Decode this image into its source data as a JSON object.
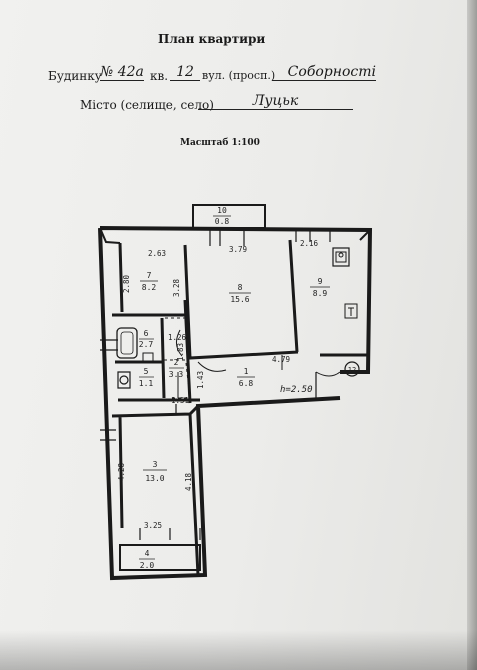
{
  "header": {
    "title": "План квартири",
    "building_label": "Будинку",
    "building_no": "№ 42а",
    "apt_label": "кв.",
    "apt_no": "12",
    "street_type": "вул. (просп.)",
    "street_name": "Соборності",
    "city_label": "Місто (селище, село)",
    "city_name": "Луцьк",
    "scale": "Масштаб 1:100"
  },
  "plan": {
    "height_label": "h=2.50",
    "apartment_marker": "12",
    "rooms": [
      {
        "num": "1",
        "area": "6.8"
      },
      {
        "num": "2",
        "area": "3.3"
      },
      {
        "num": "3",
        "area": "13.0"
      },
      {
        "num": "4",
        "area": "2.0"
      },
      {
        "num": "5",
        "area": "1.1"
      },
      {
        "num": "6",
        "area": "2.7"
      },
      {
        "num": "7",
        "area": "8.2"
      },
      {
        "num": "8",
        "area": "15.6"
      },
      {
        "num": "9",
        "area": "8.9"
      },
      {
        "num": "10",
        "area": "0.8"
      }
    ],
    "dimensions": [
      "3.79",
      "2.63",
      "2.16",
      "2.80",
      "3.28",
      "1.26",
      "4.79",
      "1.43",
      "1.51",
      "4.28",
      "4.18",
      "3.25",
      "1.83"
    ]
  }
}
